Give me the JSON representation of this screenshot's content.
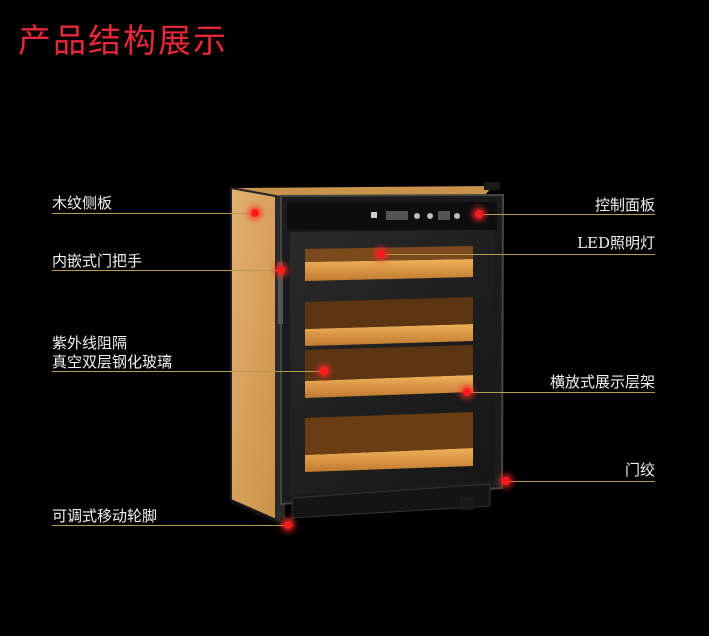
{
  "title": "产品结构展示",
  "labels": {
    "wood_side_panel": "木纹侧板",
    "embedded_handle": "内嵌式门把手",
    "uv_glass_line1": "紫外线阻隔",
    "uv_glass_line2": "真空双层钢化玻璃",
    "adjustable_feet": "可调式移动轮脚",
    "control_panel": "控制面板",
    "led_light": "LED照明灯",
    "shelves": "横放式展示层架",
    "door_hinge": "门绞"
  },
  "colors": {
    "title": "#e8283a",
    "leader": "#b79a56",
    "marker": "#ff1b1b",
    "wood": "#d4a05a"
  }
}
